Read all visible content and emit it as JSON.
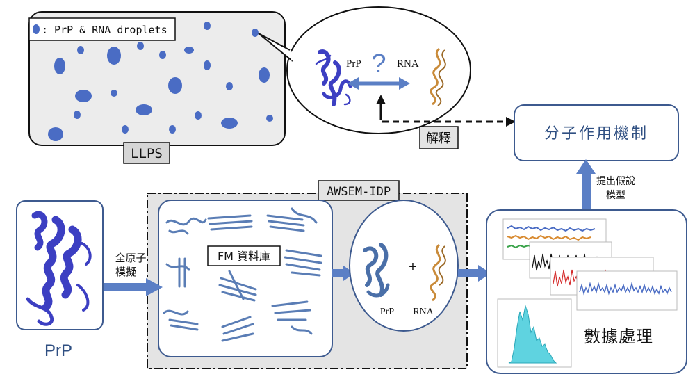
{
  "llps": {
    "legend": ": PrP & RNA droplets",
    "label": "LLPS"
  },
  "bubble": {
    "prp_label": "PrP",
    "question": "?",
    "rna_label": "RNA"
  },
  "explain_label": "解釋",
  "mechanism_label": "分子作用機制",
  "hypothesis_label_line1": "提出假說",
  "hypothesis_label_line2": "模型",
  "awsem_label": "AWSEM-IDP",
  "fm_db_label": "FM 資料庫",
  "atomistic_label_line1": "全原子",
  "atomistic_label_line2": "模擬",
  "prp_main_label": "PrP",
  "complex": {
    "prp_label": "PrP",
    "plus": "+",
    "rna_label": "RNA"
  },
  "data_processing_label": "數據處理",
  "colors": {
    "protein": "#3c3fc2",
    "arrow": "#5b7fc5",
    "box_border": "#3d5a8f",
    "droplet": "#4a6cc4",
    "rna": "#c98b3a",
    "gray_bg": "#e4e4e4"
  }
}
